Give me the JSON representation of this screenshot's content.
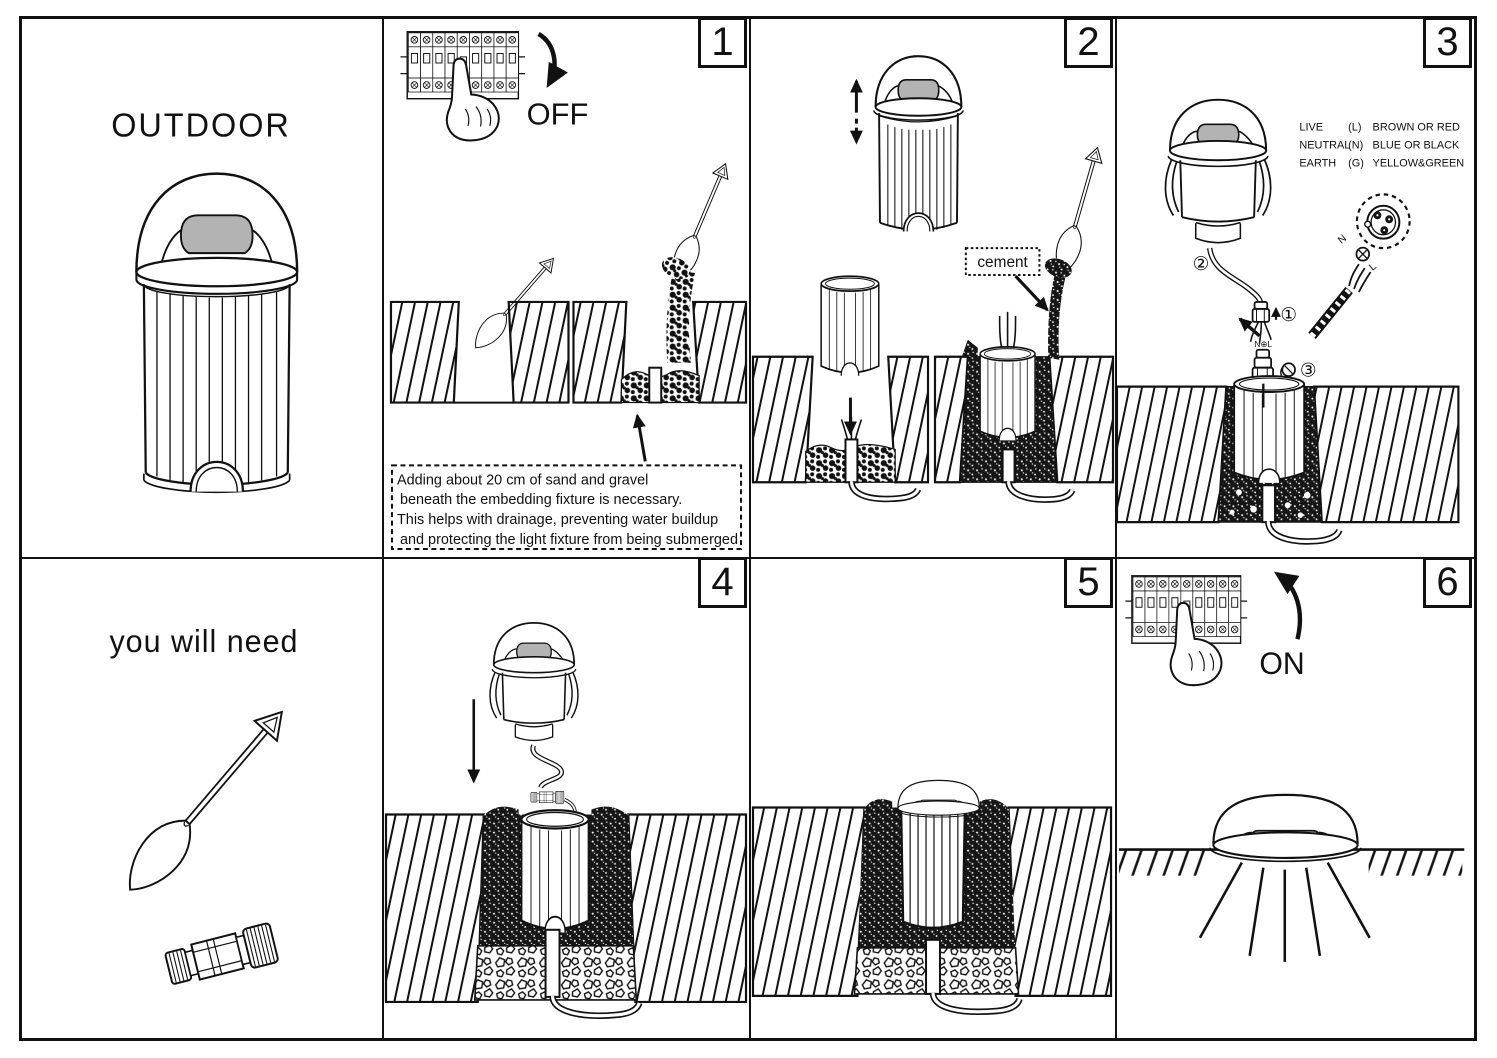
{
  "intro": {
    "title": "OUTDOOR"
  },
  "needs": {
    "title": "you will need"
  },
  "steps": {
    "s1": {
      "number": "1",
      "breaker_label": "OFF",
      "note_lines": [
        "Adding about 20 cm of sand and gravel",
        "beneath the embedding fixture is necessary.",
        "This helps with drainage, preventing water buildup",
        "and protecting the light fixture from being submerged"
      ]
    },
    "s2": {
      "number": "2",
      "cement_label": "cement"
    },
    "s3": {
      "number": "3",
      "legend": [
        {
          "name": "LIVE",
          "code": "(L)",
          "color": "BROWN OR RED"
        },
        {
          "name": "NEUTRAL",
          "code": "(N)",
          "color": "BLUE OR BLACK"
        },
        {
          "name": "EARTH",
          "code": "(G)",
          "color": "YELLOW&GREEN"
        }
      ],
      "marker1": "①",
      "marker2": "②",
      "marker3": "③",
      "wire_n": "N",
      "wire_l": "L",
      "inline_label": "N⊕L"
    },
    "s4": {
      "number": "4"
    },
    "s5": {
      "number": "5"
    },
    "s6": {
      "number": "6",
      "breaker_label": "ON"
    }
  },
  "colors": {
    "line": "#111111",
    "lens": "#b3b3b3",
    "paper": "#ffffff"
  }
}
